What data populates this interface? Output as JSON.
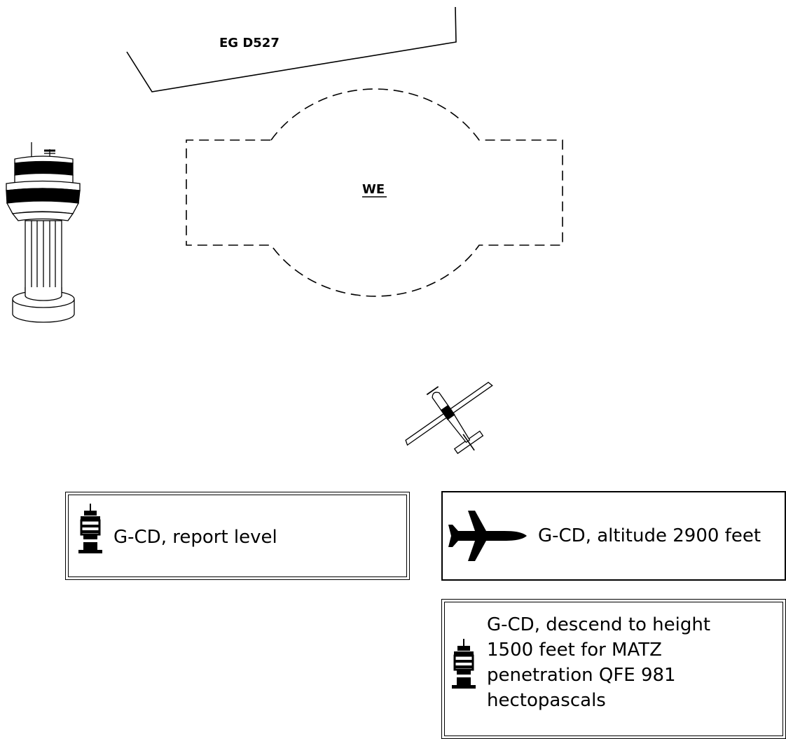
{
  "diagram": {
    "danger_area_label": "EG D527",
    "aerodrome_label": "WE"
  },
  "messages": [
    {
      "speaker": "tower",
      "icon": "control-tower-icon",
      "text": "G-CD, report level"
    },
    {
      "speaker": "aircraft",
      "icon": "airplane-icon",
      "text": "G-CD, altitude 2900 feet"
    },
    {
      "speaker": "tower",
      "icon": "control-tower-icon",
      "text": "G-CD, descend to height 1500 feet for MATZ penetration QFE 981 hectopascals"
    }
  ]
}
